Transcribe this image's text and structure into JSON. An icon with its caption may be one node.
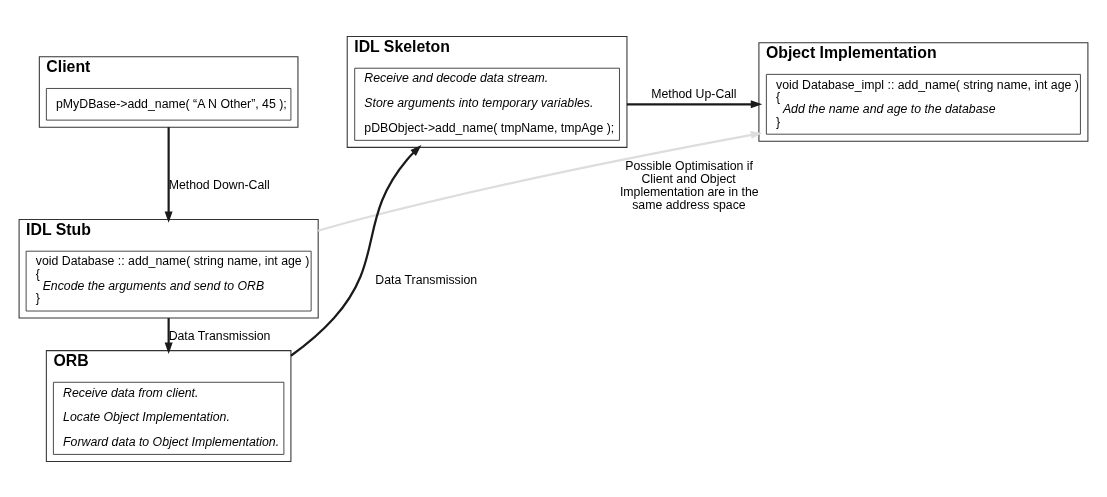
{
  "diagram": {
    "nodes": [
      {
        "text": [
          "Client"
        ]
      },
      {
        "text": [
          "pMyDBase->add_name( “A N Other”, 45 );"
        ],
        "in": 0
      },
      {
        "text": [
          "IDL Stub"
        ]
      },
      {
        "text": [
          "void Database :: add_name( string name, int age )",
          "{",
          "Encode the arguments and send to ORB",
          "}"
        ],
        "in": 2
      },
      {
        "text": [
          "ORB"
        ]
      },
      {
        "text": [
          "Receive data from client.",
          "Locate Object Implementation.",
          "Forward data to Object Implementation."
        ],
        "in": 4
      },
      {
        "text": [
          "IDL Skeleton"
        ]
      },
      {
        "text": [
          "Receive and decode data stream.",
          "Store arguments into temporary variables.",
          "pDBObject->add_name( tmpName, tmpAge );"
        ],
        "in": 6
      },
      {
        "text": [
          "Object Implementation"
        ]
      },
      {
        "text": [
          "void Database_impl :: add_name( string name, int age )",
          "{",
          "Add the name and age to the database",
          "}"
        ],
        "in": 8
      }
    ],
    "edges": [
      {
        "from": 0,
        "to": 2,
        "arrow": "to",
        "label": "Method Down-Call"
      },
      {
        "from": 2,
        "to": 8,
        "arrow": "to",
        "label": "Possible Optimisation if Client and Object Implementation are in the same address space",
        "color": "#dddddd"
      },
      {
        "from": 2,
        "to": 4,
        "arrow": "to",
        "label": "Data Transmission"
      },
      {
        "from": 4,
        "to": 6,
        "arrow": "to",
        "label": "Data Transmission"
      },
      {
        "from": 6,
        "to": 8,
        "arrow": "to",
        "label": "Method Up-Call"
      }
    ]
  }
}
